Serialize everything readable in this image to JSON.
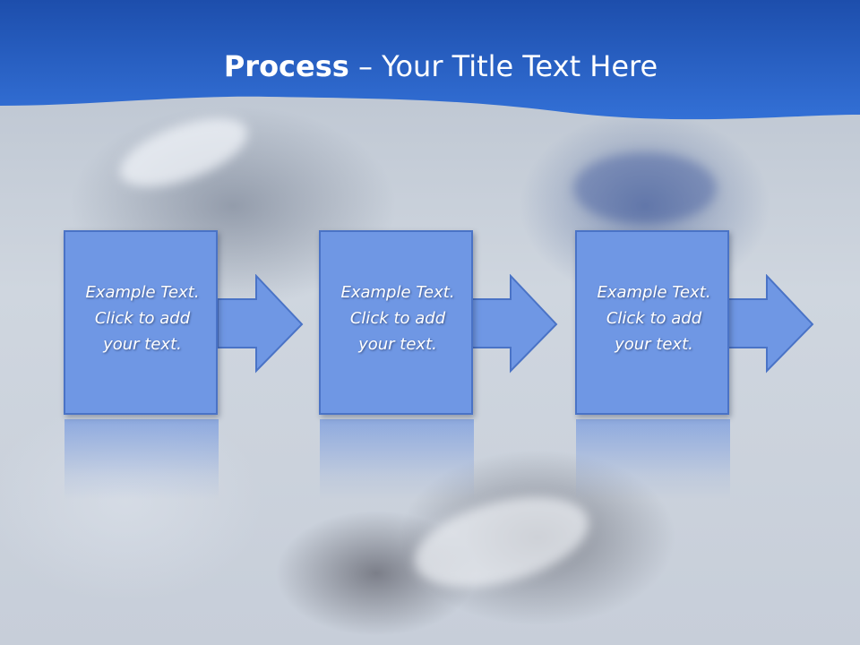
{
  "slide": {
    "title_bold": "Process",
    "title_rest": " – Your Title Text Here"
  },
  "steps": [
    {
      "line1": "Example Text.",
      "line2": "Click  to add",
      "line3": "your text."
    },
    {
      "line1": "Example Text.",
      "line2": "Click  to add",
      "line3": "your text."
    },
    {
      "line1": "Example Text.",
      "line2": "Click  to add",
      "line3": "your text."
    }
  ],
  "colors": {
    "header_blue": "#2a5fc4",
    "box_fill": "#6f97e4",
    "box_border": "#4a73c6"
  }
}
